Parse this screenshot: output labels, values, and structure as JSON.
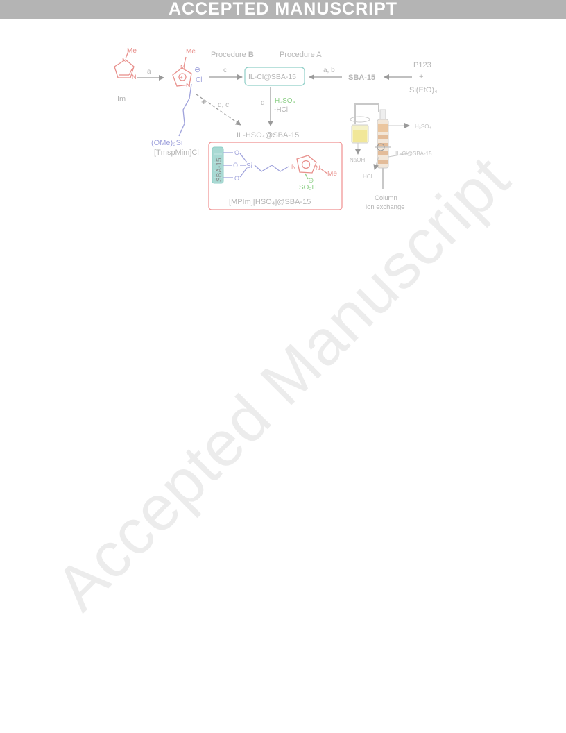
{
  "banner": "ACCEPTED MANUSCRIPT",
  "watermark": "Accepted Manuscript",
  "colors": {
    "banner_bg": "#b4b4b4",
    "red": "#e8908c",
    "blue": "#a0a3dc",
    "green": "#8ccf86",
    "teal": "#8fcfc7",
    "gray_text": "#b5b5b5",
    "box_red": "#ef8f8f"
  },
  "scheme": {
    "im_label": "Im",
    "me": "Me",
    "n": "N",
    "charge_minus": "⊖",
    "charge_plus": "+",
    "cl": "Cl",
    "ome3si": "(OMe)₃Si",
    "tmspmim": "[TmspMim]Cl",
    "procedure_b_text": "Procedure",
    "procedure_b_bold": "B",
    "procedure_a": "Procedure A",
    "step_a": "a",
    "step_c": "c",
    "step_ab": "a, b",
    "step_d": "d",
    "step_dc": "d, c",
    "ilcl_box": "IL-Cl@SBA-15",
    "sba15_bold": "SBA-15",
    "p123": "P123",
    "plus_sign": "+",
    "teos": "Si(EtO)₄",
    "h2so4": "H₂SO₄",
    "minus_hcl": "-HCl",
    "ilhso4_title": "IL-HSO₄@SBA-15",
    "sba15_tag": "SBA-15",
    "o": "O",
    "si": "Si",
    "so3h": "SO₃H",
    "product_label": "[MPIm][HSO₄]@SBA-15"
  },
  "apparatus": {
    "naoh": "NaOH",
    "h2so4": "H₂SO₄",
    "ilcl": "IL-Cl@SBA-15",
    "hcl": "HCl",
    "column": "Column",
    "ion_exchange": "ion exchange"
  }
}
